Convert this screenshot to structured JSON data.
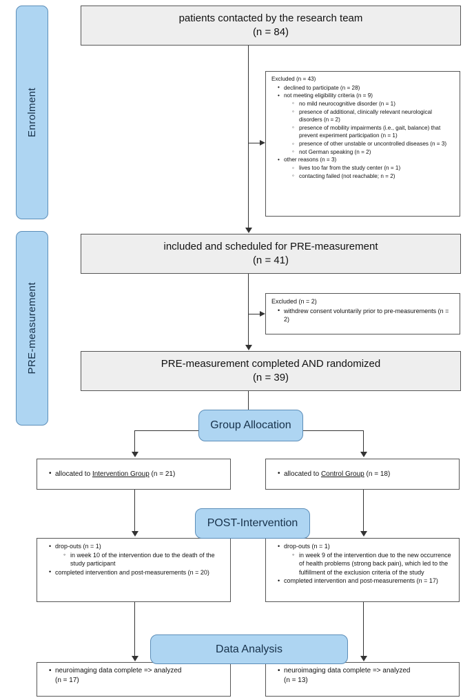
{
  "diagram": {
    "title": "CONSORT participant flow diagram",
    "accent_blue": "#aed5f2",
    "accent_blue_border": "#5b8db8",
    "box_fill": "#eeeeee",
    "box_border": "#555555"
  },
  "stages": [
    {
      "label": "Enrolment"
    },
    {
      "label": "PRE-measurement"
    }
  ],
  "phase_badges": [
    {
      "label": "Group Allocation"
    },
    {
      "label": "POST-Intervention"
    },
    {
      "label": "Data Analysis"
    }
  ],
  "nodes": {
    "contacted": {
      "line1": "patients contacted by the research team",
      "line2": "(n = 84)"
    },
    "included": {
      "line1": "included and scheduled for PRE-measurement",
      "line2": "(n = 41)"
    },
    "randomized": {
      "line1": "PRE-measurement completed AND randomized",
      "line2": "(n = 39)"
    }
  },
  "excluded_enrolment": {
    "heading": "Excluded (n = 43)",
    "items": [
      {
        "text": "declined to participate (n = 28)",
        "sub": []
      },
      {
        "text": "not meeting eligibility criteria (n = 9)",
        "sub": [
          "no mild neurocognitive disorder (n = 1)",
          "presence of additional, clinically relevant neurological disorders (n = 2)",
          "presence of mobility impairments (i.e., gait, balance) that prevent experiment participation (n = 1)",
          "presence of other unstable or uncontrolled diseases (n = 3)",
          "not German speaking (n = 2)"
        ]
      },
      {
        "text": "other reasons (n = 3)",
        "sub": [
          "lives too far from the study center (n = 1)",
          "contacting failed (not reachable; n = 2)"
        ]
      }
    ]
  },
  "excluded_pre": {
    "heading": "Excluded (n = 2)",
    "items": [
      {
        "text": "withdrew consent voluntarily prior to pre-measurements (n = 2)",
        "sub": []
      }
    ]
  },
  "allocation": {
    "intervention": {
      "prefix": "allocated to ",
      "group": "Intervention Group",
      "suffix": " (n = 21)"
    },
    "control": {
      "prefix": "allocated to ",
      "group": "Control Group",
      "suffix": " (n = 18)"
    }
  },
  "post_intervention": {
    "intervention": {
      "items": [
        {
          "text": "drop-outs (n = 1)",
          "sub": [
            "in week 10 of the intervention due to the death of the study participant"
          ]
        },
        {
          "text": "completed intervention and post-measurements (n = 20)",
          "sub": []
        }
      ]
    },
    "control": {
      "items": [
        {
          "text": "drop-outs (n = 1)",
          "sub": [
            "in week 9 of the intervention due to the new occurrence of health problems (strong back pain), which led to the fulfillment of the exclusion criteria of the study"
          ]
        },
        {
          "text": "completed intervention and post-measurements (n = 17)",
          "sub": []
        }
      ]
    }
  },
  "analysis": {
    "intervention": {
      "line1": "neuroimaging data complete => analyzed",
      "line2": "(n = 17)"
    },
    "control": {
      "line1": "neuroimaging data complete => analyzed",
      "line2": "(n = 13)"
    }
  }
}
